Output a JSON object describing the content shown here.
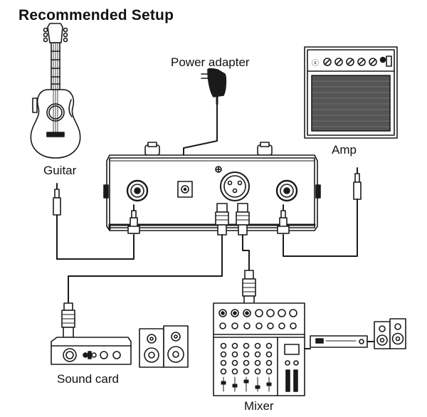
{
  "title": "Recommended Setup",
  "labels": {
    "power_adapter": "Power adapter",
    "amp": "Amp",
    "guitar": "Guitar",
    "sound_card": "Sound card",
    "mixer": "Mixer"
  },
  "colors": {
    "line": "#1a1a1a",
    "fill_light": "#ffffff",
    "fill_dark": "#222222",
    "speaker_grille": "#555555"
  }
}
